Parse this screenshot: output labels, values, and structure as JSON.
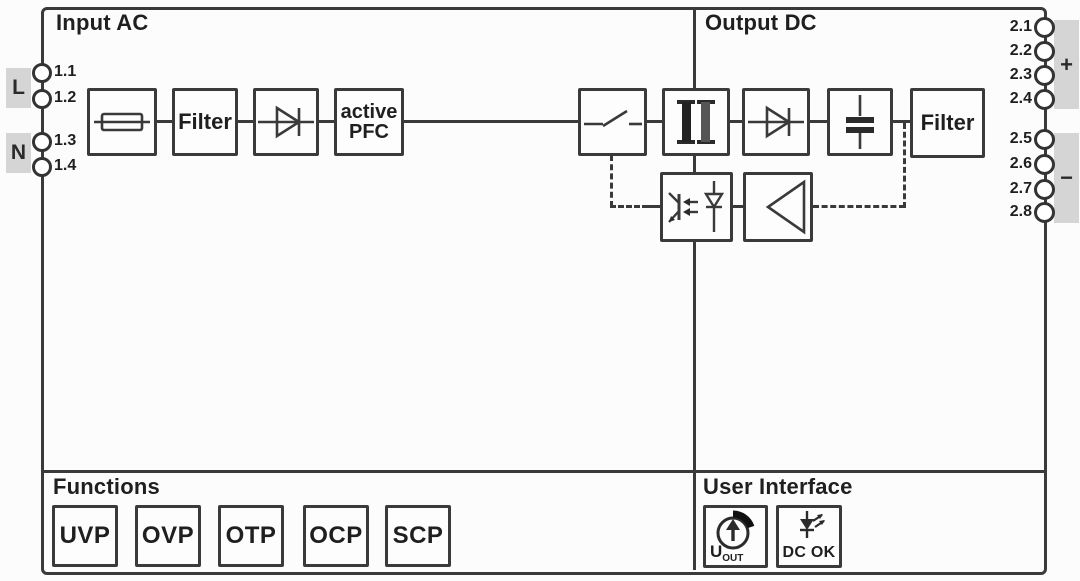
{
  "colors": {
    "line": "#3a3a3a",
    "tag_bg": "#d5d5d5",
    "text": "#1f1f1f",
    "icon_fill": "#2b2b2b"
  },
  "sections": {
    "input_ac_title": "Input AC",
    "output_dc_title": "Output DC",
    "functions_title": "Functions",
    "user_interface_title": "User Interface"
  },
  "input_side": {
    "line_tag": "L",
    "neutral_tag": "N",
    "terminals": [
      {
        "label": "1.1"
      },
      {
        "label": "1.2"
      },
      {
        "label": "1.3"
      },
      {
        "label": "1.4"
      }
    ]
  },
  "output_side": {
    "plus_tag": "+",
    "minus_tag": "−",
    "terminals": [
      {
        "label": "2.1"
      },
      {
        "label": "2.2"
      },
      {
        "label": "2.3"
      },
      {
        "label": "2.4"
      },
      {
        "label": "2.5"
      },
      {
        "label": "2.6"
      },
      {
        "label": "2.7"
      },
      {
        "label": "2.8"
      }
    ]
  },
  "blocks": {
    "input_filter_label": "Filter",
    "pfc_line1": "active",
    "pfc_line2": "PFC",
    "output_filter_label": "Filter",
    "icons": {
      "fuse": "fuse-icon",
      "input_rectifier": "diode-icon",
      "switch": "switch-icon",
      "transformer": "transformer-icon",
      "output_rectifier": "diode-icon",
      "capacitor": "capacitor-icon",
      "optocoupler": "optocoupler-icon",
      "amplifier": "amplifier-icon"
    }
  },
  "functions": {
    "items": [
      {
        "label": "UVP"
      },
      {
        "label": "OVP"
      },
      {
        "label": "OTP"
      },
      {
        "label": "OCP"
      },
      {
        "label": "SCP"
      }
    ]
  },
  "user_interface": {
    "uout_main": "U",
    "uout_sub": "OUT",
    "dc_ok_label": "DC OK"
  }
}
